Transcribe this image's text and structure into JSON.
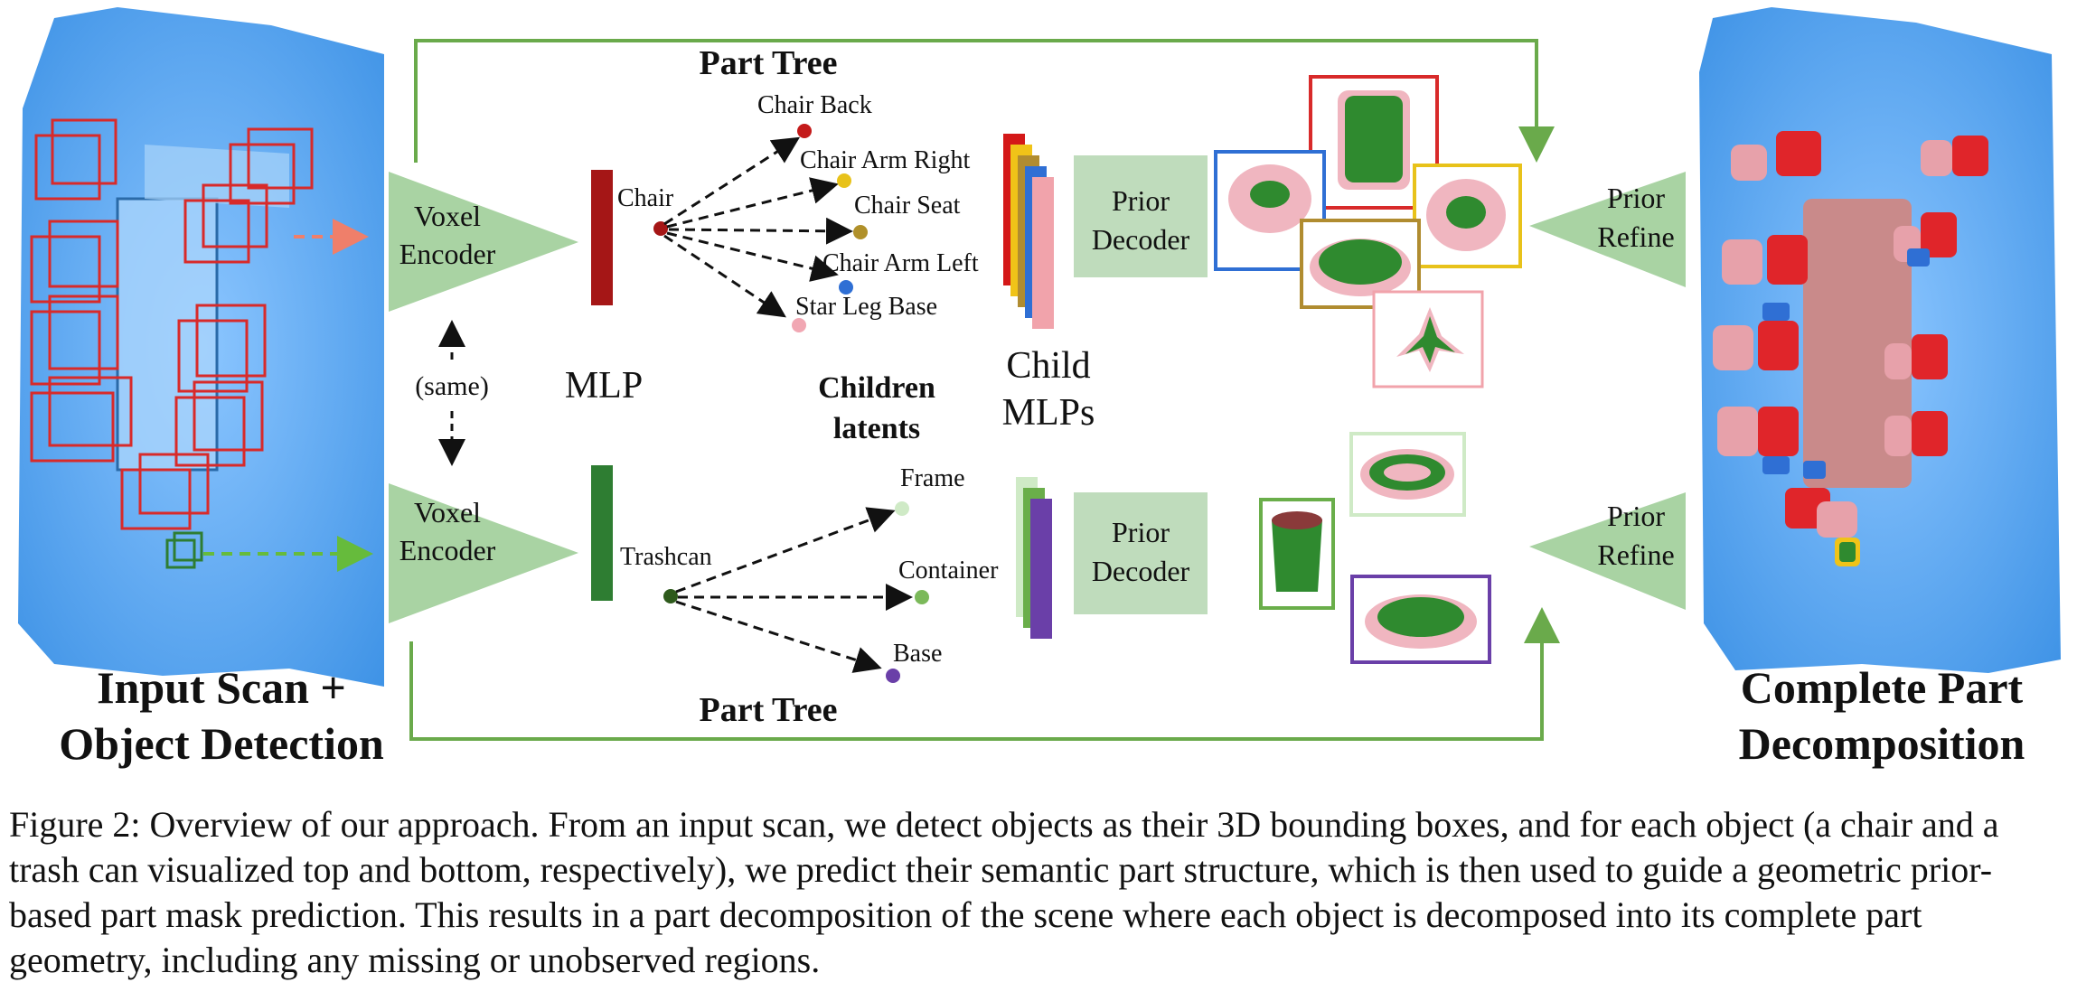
{
  "left_panel": {
    "label_line1": "Input Scan +",
    "label_line2": "Object Detection"
  },
  "right_panel": {
    "label_line1": "Complete Part",
    "label_line2": "Decomposition"
  },
  "top_branch": {
    "encoder_line1": "Voxel",
    "encoder_line2": "Encoder",
    "tree_title": "Part Tree",
    "root_label": "Chair",
    "children": [
      "Chair Back",
      "Chair Arm Right",
      "Chair Seat",
      "Chair Arm Left",
      "Star Leg Base"
    ],
    "decoder_line1": "Prior",
    "decoder_line2": "Decoder",
    "refine_line1": "Prior",
    "refine_line2": "Refine"
  },
  "bottom_branch": {
    "encoder_line1": "Voxel",
    "encoder_line2": "Encoder",
    "tree_title": "Part Tree",
    "root_label": "Trashcan",
    "children": [
      "Frame",
      "Container",
      "Base"
    ],
    "decoder_line1": "Prior",
    "decoder_line2": "Decoder",
    "refine_line1": "Prior",
    "refine_line2": "Refine"
  },
  "middle_labels": {
    "same": "(same)",
    "mlp": "MLP",
    "children_latents_line1": "Children",
    "children_latents_line2": "latents",
    "child_mlps_line1": "Child",
    "child_mlps_line2": "MLPs"
  },
  "colors": {
    "scan_blue": "#4a9eea",
    "box_red": "#d82a2a",
    "box_green": "#2e7d32",
    "triangle_green": "#a9d3a3",
    "decoder_fill": "#bfdcbc",
    "arrow_green": "#6aaa4b",
    "chair_latent": "#a51616",
    "trash_latent": "#2e7d32",
    "part_green": "#2f8a2f",
    "part_pink": "#e39aa7"
  },
  "caption": "Figure 2: Overview of our approach. From an input scan, we detect objects as their 3D bounding boxes, and for each object (a chair and a trash can visualized top and bottom, respectively), we predict their semantic part structure, which is then used to guide a geometric prior-based part mask prediction. This results in a part decomposition of the scene where each object is decomposed into its complete part geometry, including any missing or unobserved regions."
}
